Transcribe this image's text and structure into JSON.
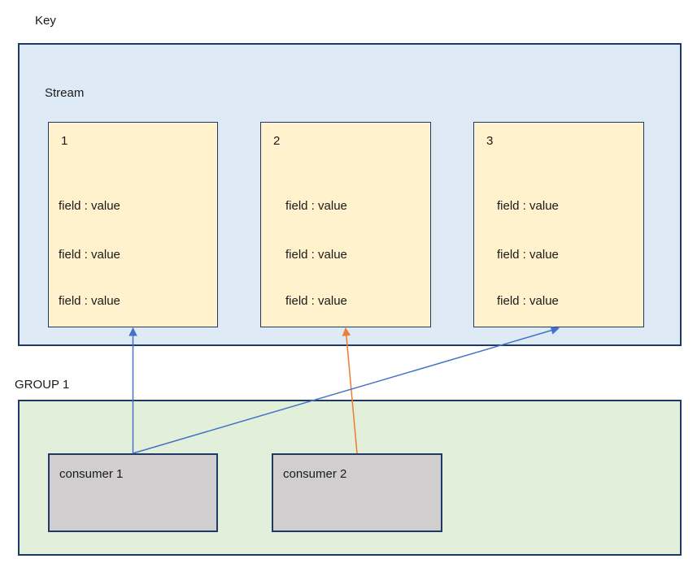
{
  "labels": {
    "key": "Key",
    "group": "GROUP 1"
  },
  "stream": {
    "label": "Stream",
    "messages": [
      {
        "id": "1",
        "fields": [
          "field : value",
          "field : value",
          "field : value"
        ]
      },
      {
        "id": "2",
        "fields": [
          "field : value",
          "field : value",
          "field : value"
        ]
      },
      {
        "id": "3",
        "fields": [
          "field : value",
          "field : value",
          "field : value"
        ]
      }
    ]
  },
  "group": {
    "label": "GROUP 1",
    "consumers": [
      {
        "label": "consumer 1"
      },
      {
        "label": "consumer 2"
      }
    ]
  },
  "edges": [
    {
      "from": "consumer-1",
      "to": "message-1",
      "color": "#4472c4"
    },
    {
      "from": "consumer-2",
      "to": "message-2",
      "color": "#ed7d31"
    },
    {
      "from": "consumer-1",
      "to": "message-3",
      "color": "#4472c4"
    }
  ],
  "colors": {
    "stream_panel_fill": "#deeaf6",
    "group_panel_fill": "#e2efda",
    "message_fill": "#fff2cc",
    "consumer_fill": "#d0cece",
    "border": "#1f3864",
    "arrow_blue": "#4472c4",
    "arrow_orange": "#ed7d31"
  }
}
